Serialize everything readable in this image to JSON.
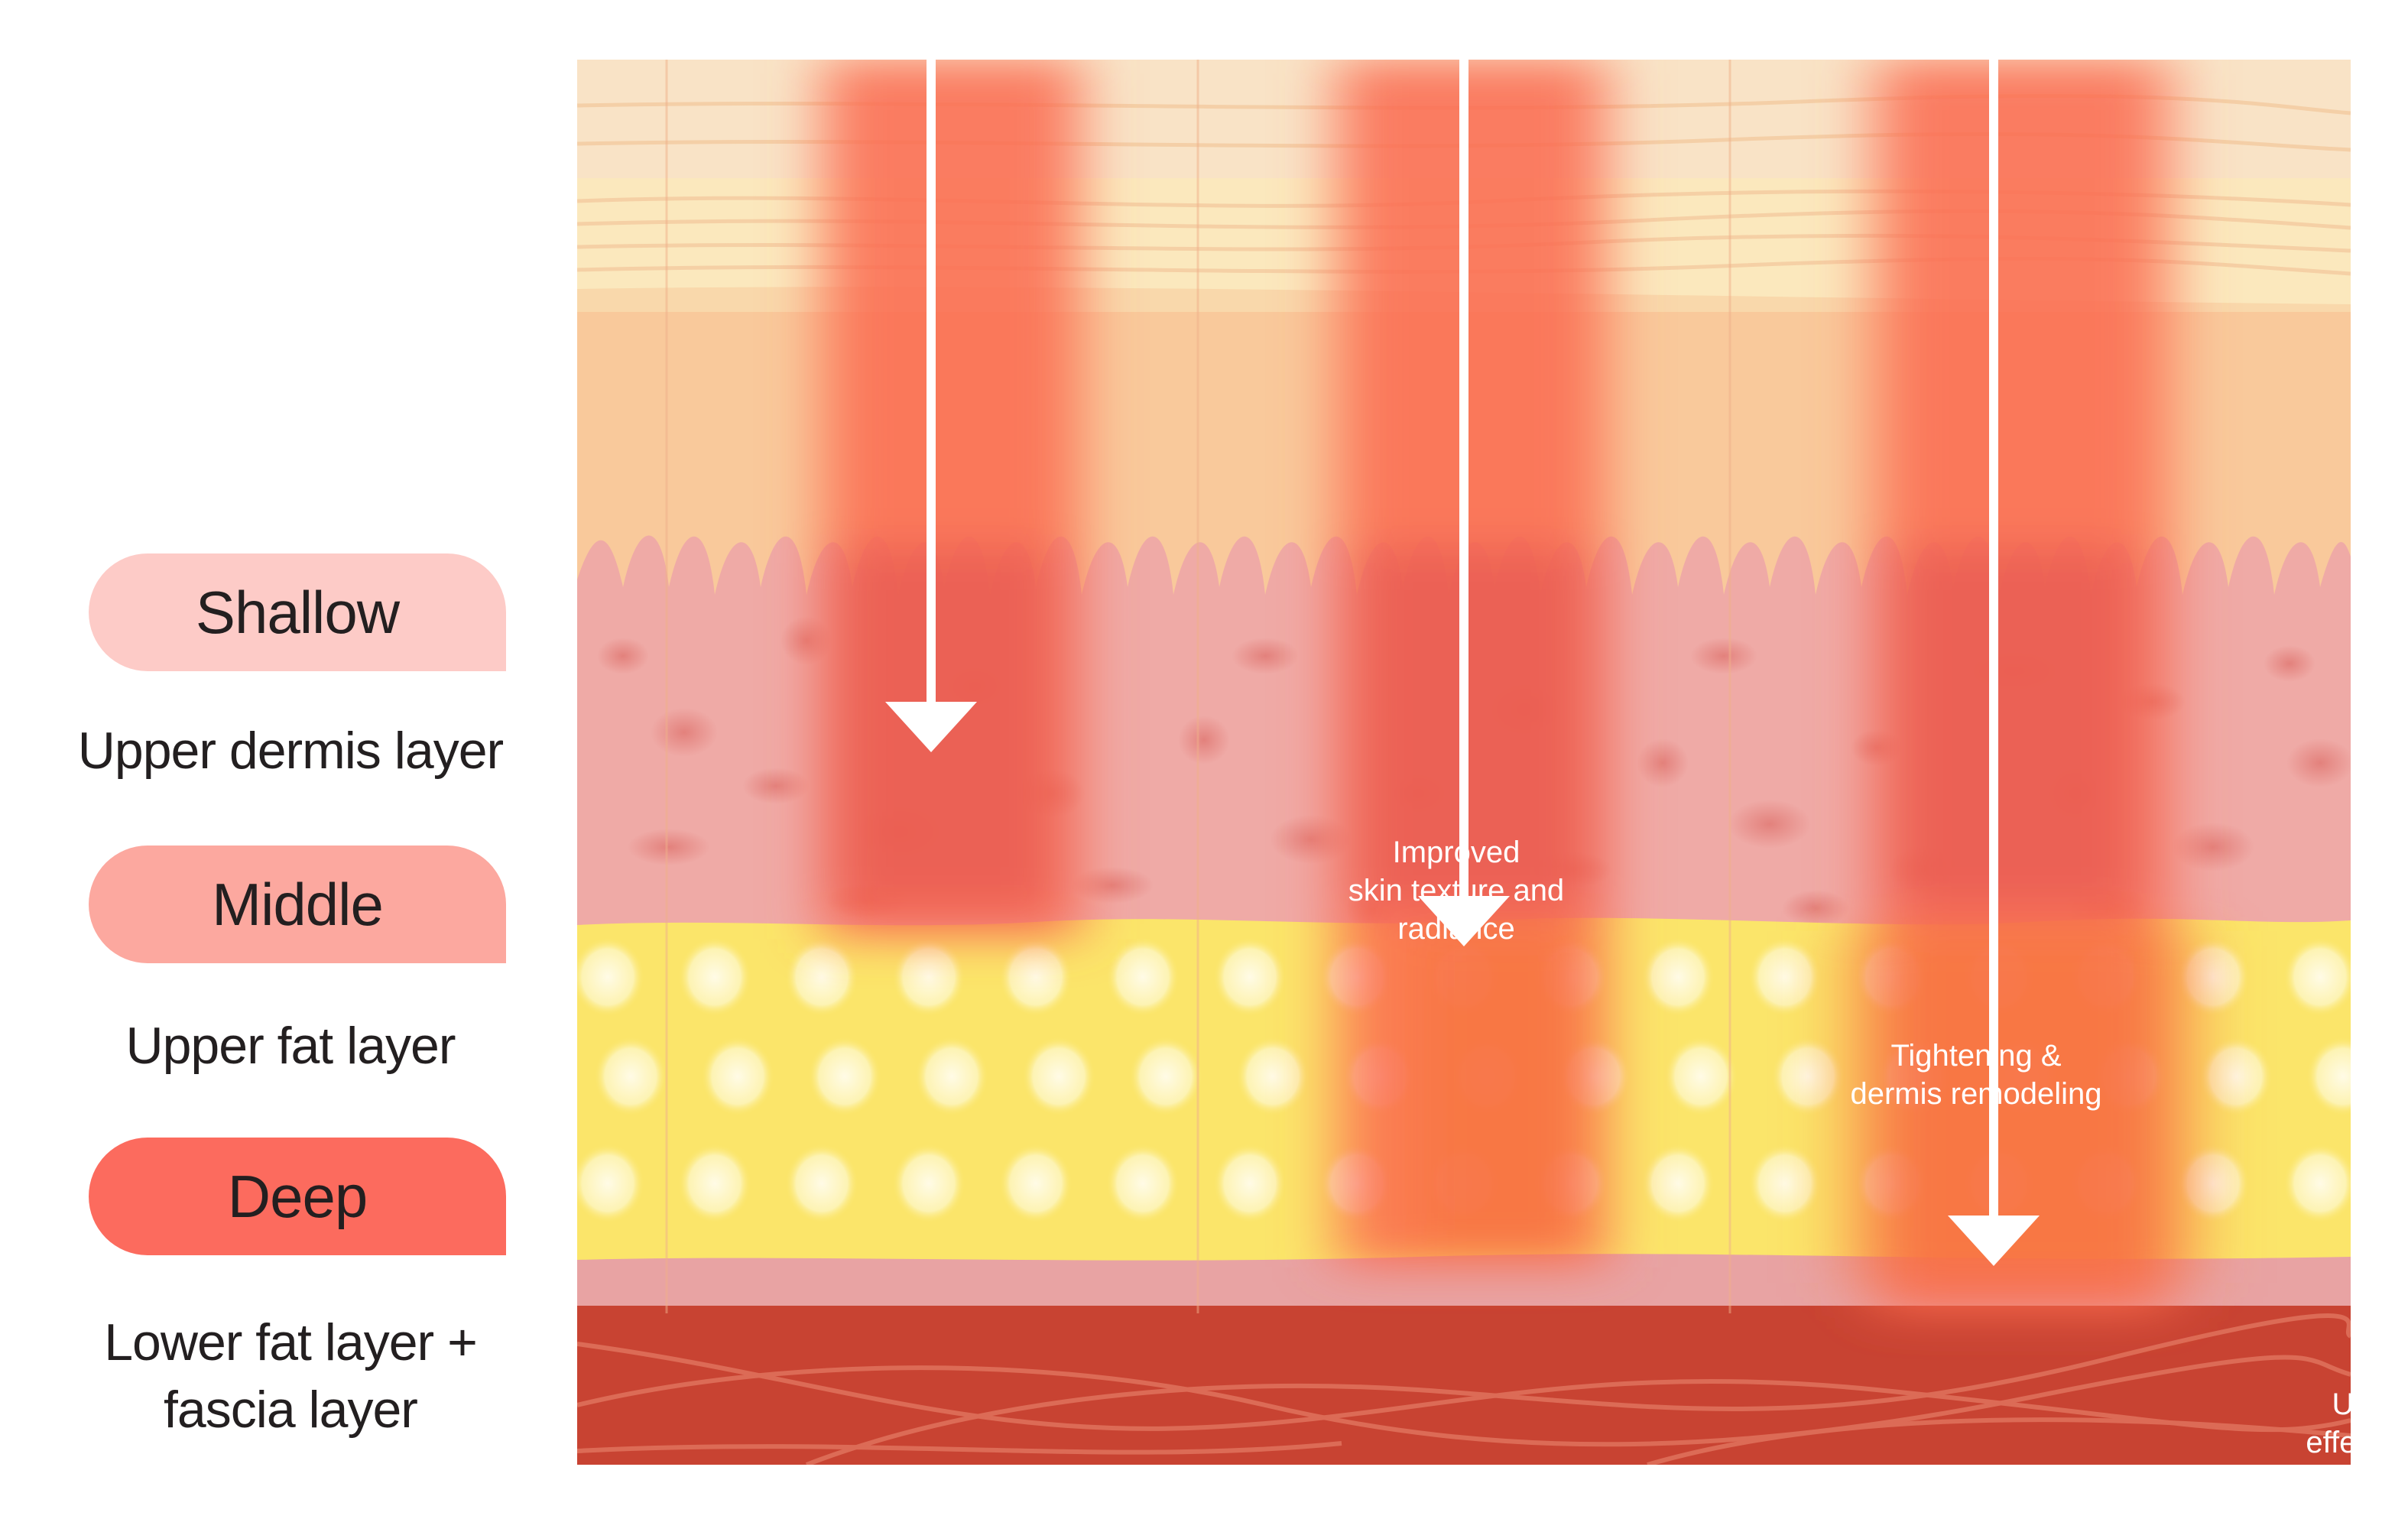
{
  "legend": {
    "shallow": {
      "label": "Shallow",
      "layer": "Upper dermis layer",
      "color": "#fdcbc7"
    },
    "middle": {
      "label": "Middle",
      "layer": "Upper fat layer",
      "color": "#fca89f"
    },
    "deep": {
      "label": "Deep",
      "layer": "Lower fat layer +\nfascia layer",
      "color": "#fc6b5e"
    }
  },
  "effects": {
    "shallow": "Improved\nskin texture and\nradiance",
    "middle": "Tightening &\ndermis remodeling",
    "deep": "Ultheraphy-Thermage\neffect without volume loss"
  },
  "colors": {
    "epidermis_top": "#f9e3c6",
    "epidermis_band": "#fbe8bd",
    "dermis_upper": "#f9c99b",
    "dermis_lower": "#efaaa6",
    "fat": "#fbe56a",
    "fascia_line": "#e8a3a3",
    "muscle": "#c84332",
    "heat": "#fb6a4f"
  }
}
